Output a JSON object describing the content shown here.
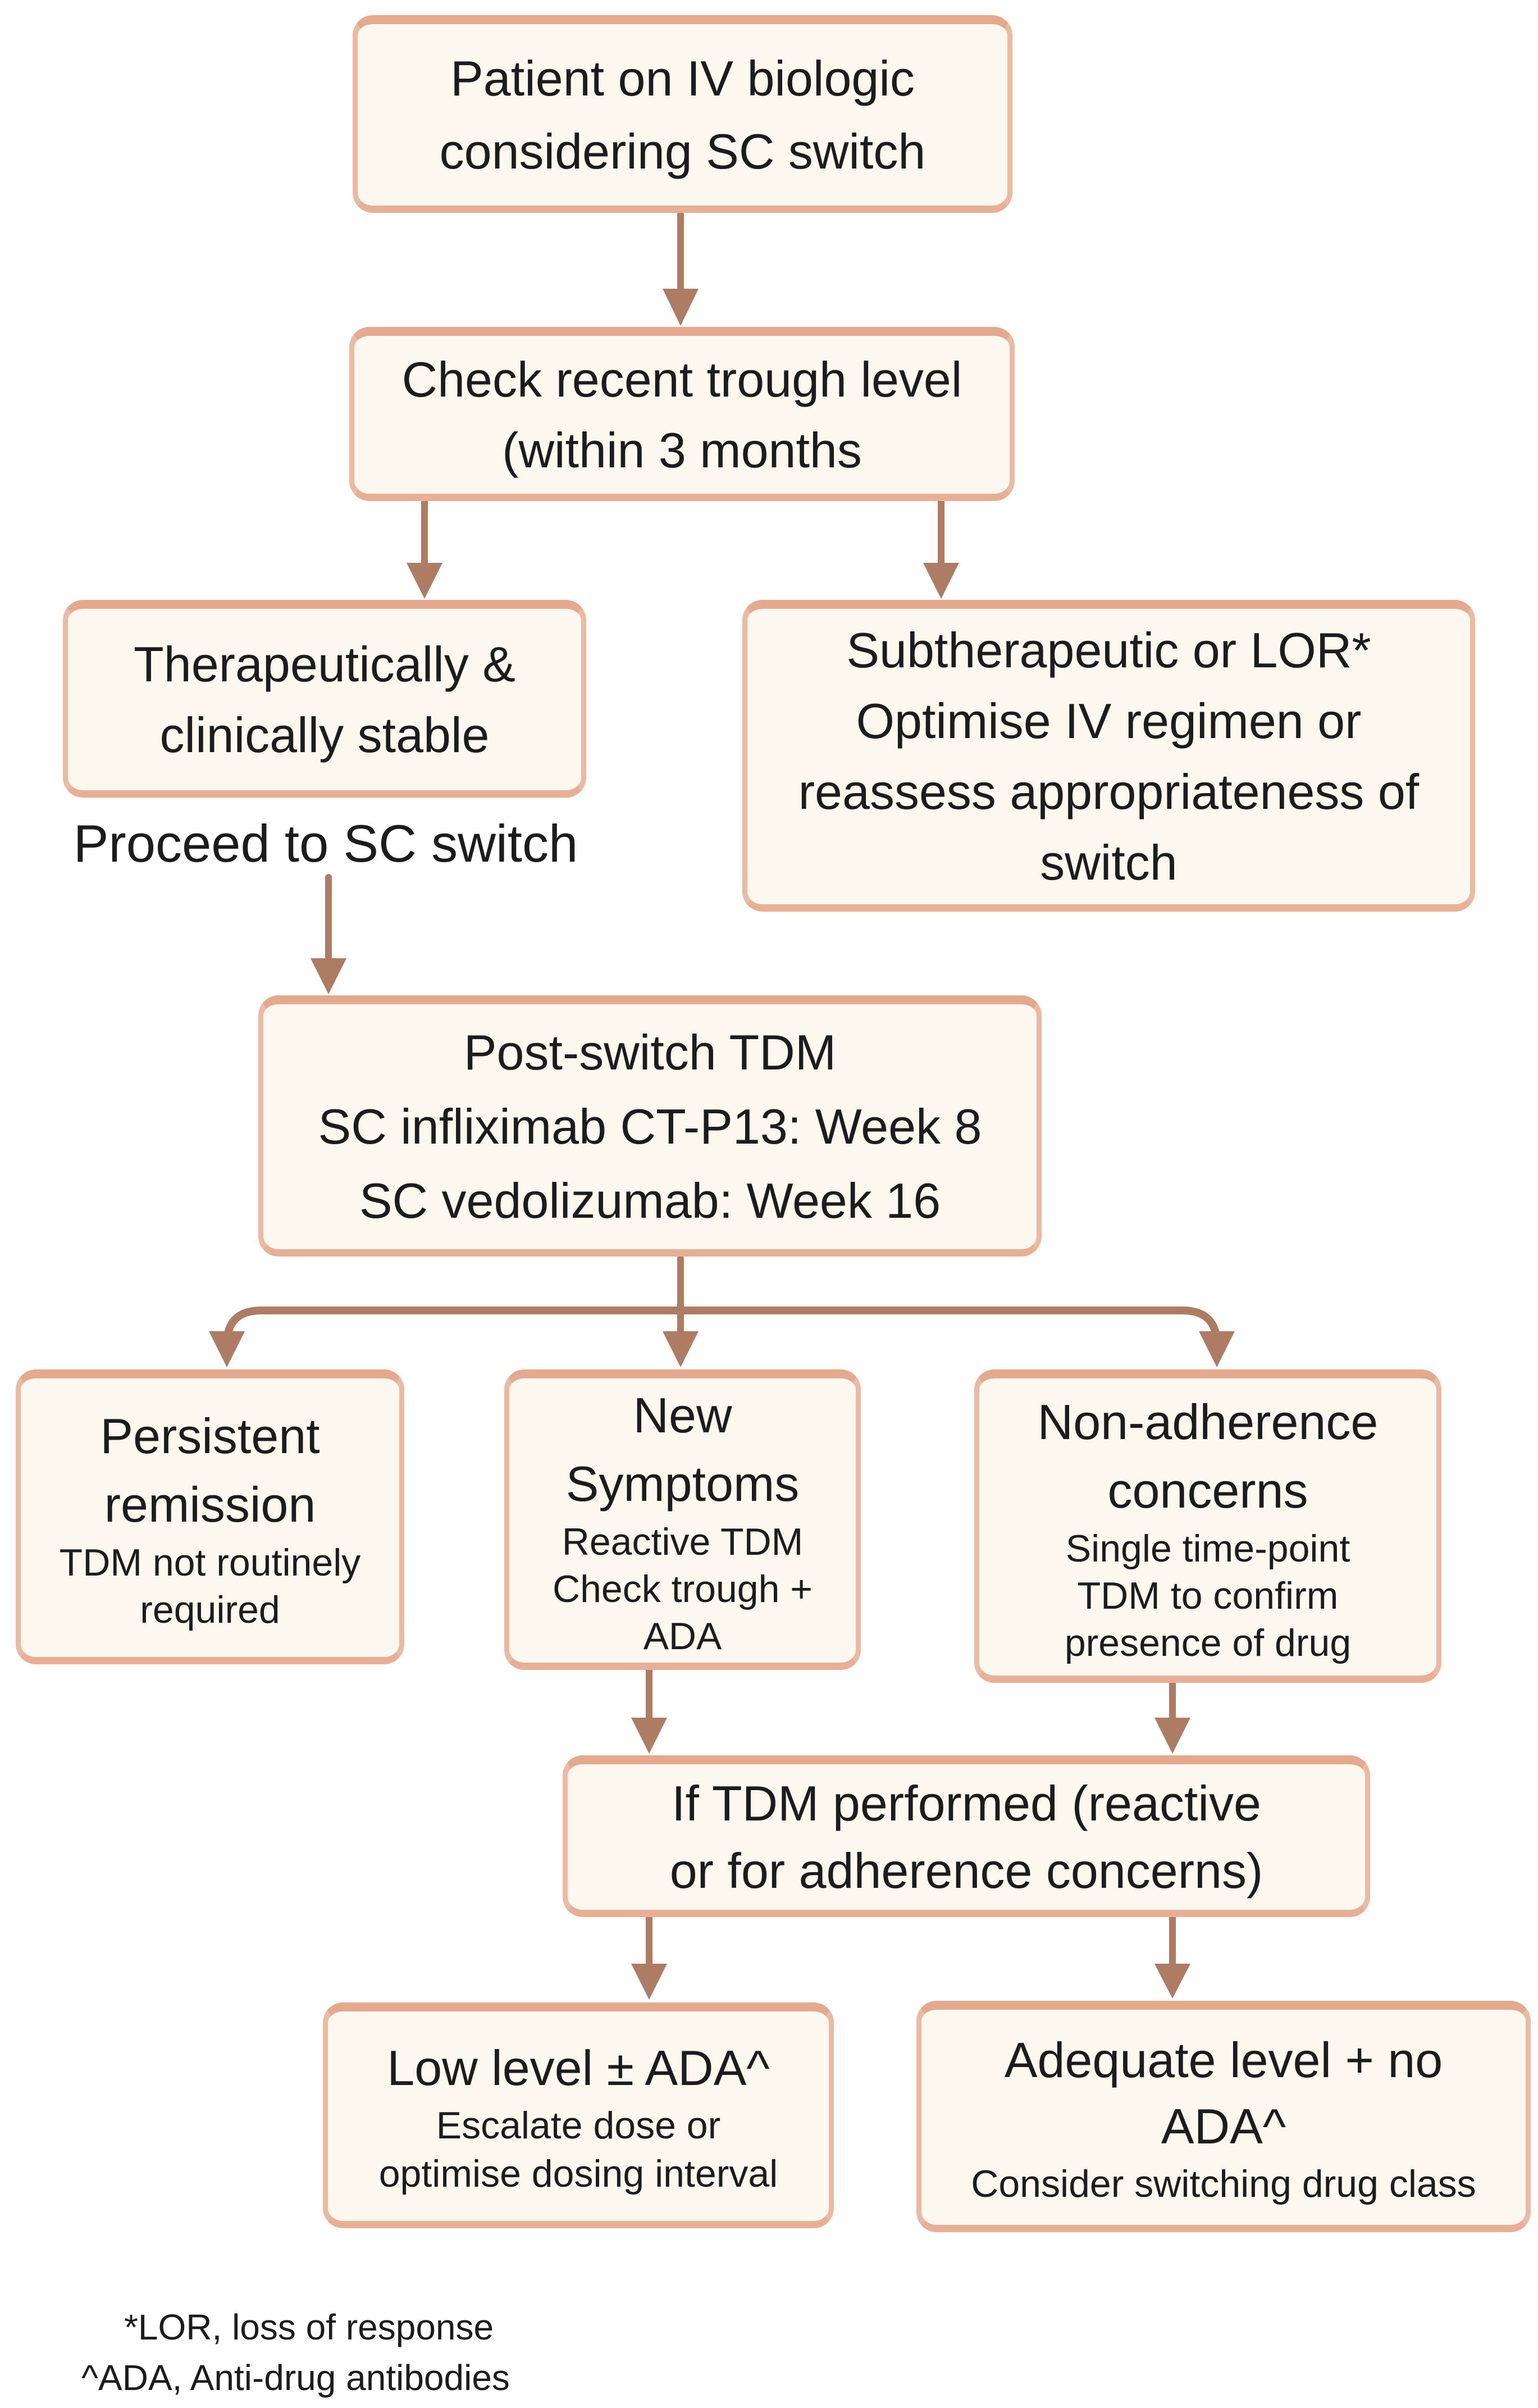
{
  "colors": {
    "box_fill": "#fcf8f0",
    "box_border": "#ecb9a1",
    "box_border_accent": "#e5aa8e",
    "connector": "#ae7b63",
    "text": "#1c1c1c"
  },
  "nodes": {
    "patient": {
      "lines": [
        "Patient on IV biologic",
        "considering SC switch"
      ]
    },
    "check_trough": {
      "lines": [
        "Check recent trough level",
        "(within 3 months"
      ]
    },
    "stable": {
      "lines": [
        "Therapeutically &",
        "clinically stable"
      ]
    },
    "subtherapeutic": {
      "lines": [
        "Subtherapeutic or LOR*",
        "Optimise IV regimen or",
        "reassess appropriateness of",
        "switch"
      ]
    },
    "proceed_label": "Proceed to SC switch",
    "post_switch": {
      "lines": [
        "Post-switch TDM",
        "SC infliximab CT-P13: Week 8",
        "SC vedolizumab: Week 16"
      ]
    },
    "persistent_remission": {
      "title_lines": [
        "Persistent",
        "remission"
      ],
      "detail_lines": [
        "TDM not routinely",
        "required"
      ]
    },
    "new_symptoms": {
      "title_lines": [
        "New",
        "Symptoms"
      ],
      "detail_lines": [
        "Reactive TDM",
        "Check trough +",
        "ADA"
      ]
    },
    "non_adherence": {
      "title_lines": [
        "Non-adherence",
        "concerns"
      ],
      "detail_lines": [
        "Single time-point",
        "TDM to confirm",
        "presence of drug"
      ]
    },
    "if_tdm": {
      "lines": [
        "If TDM performed (reactive",
        "or for adherence concerns)"
      ]
    },
    "low_level": {
      "title_lines": [
        "Low level ± ADA^"
      ],
      "detail_lines": [
        "Escalate dose or",
        "optimise dosing interval"
      ]
    },
    "adequate_level": {
      "title_lines": [
        "Adequate level + no",
        "ADA^"
      ],
      "detail_lines": [
        "Consider switching drug class"
      ]
    }
  },
  "edges": [
    {
      "from": "patient",
      "to": "check_trough"
    },
    {
      "from": "check_trough",
      "to": "stable"
    },
    {
      "from": "check_trough",
      "to": "subtherapeutic"
    },
    {
      "from": "proceed_label",
      "to": "post_switch"
    },
    {
      "from": "post_switch",
      "to": "persistent_remission"
    },
    {
      "from": "post_switch",
      "to": "new_symptoms"
    },
    {
      "from": "post_switch",
      "to": "non_adherence"
    },
    {
      "from": "new_symptoms",
      "to": "if_tdm"
    },
    {
      "from": "non_adherence",
      "to": "if_tdm"
    },
    {
      "from": "if_tdm",
      "to": "low_level"
    },
    {
      "from": "if_tdm",
      "to": "adequate_level"
    }
  ],
  "footnotes": [
    "*LOR, loss of response",
    "^ADA, Anti-drug antibodies"
  ]
}
